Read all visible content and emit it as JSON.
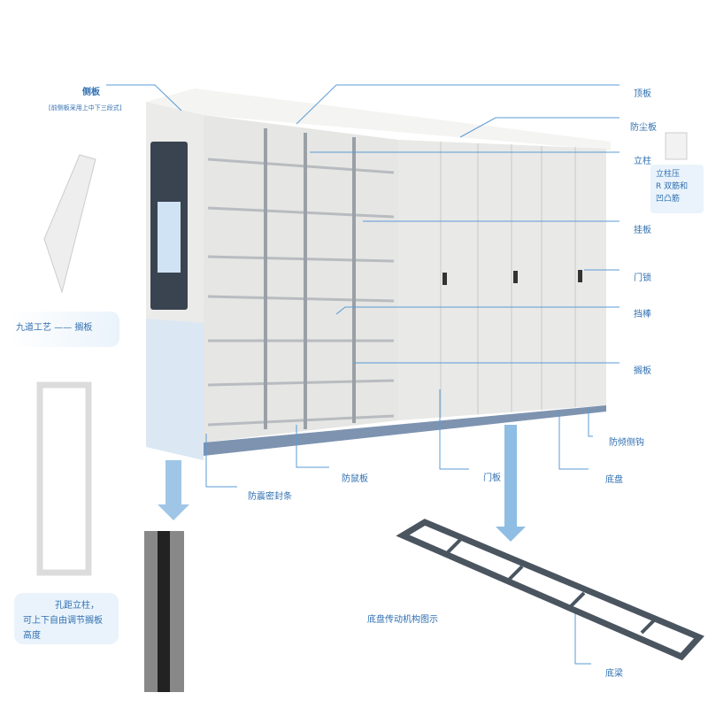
{
  "labels": {
    "side_panel": "侧板",
    "side_panel_note": "[前侧板采用上中下三段式]",
    "top_panel": "顶板",
    "dust_panel": "防尘板",
    "column": "立柱",
    "hanging_panel": "挂板",
    "door_lock": "门锁",
    "stop_bar": "挡棒",
    "shelf": "搁板",
    "anti_tilt_hook": "防倾侧钩",
    "chassis": "底盘",
    "door_panel": "门板",
    "rodent_guard": "防鼠板",
    "seal_strip": "防震密封条",
    "bottom_beam": "底梁",
    "chassis_caption": "底盘传动机构图示",
    "shelf_process": "九道工艺 —— 搁板"
  },
  "column_note": [
    "立柱压",
    "R 双筋和",
    "凹凸筋"
  ],
  "hole_column_note": [
    "孔距立柱，",
    "可上下自由调节搁板",
    "高度"
  ],
  "colors": {
    "accent": "#2f6fb0",
    "leader": "#5b9bd5",
    "base_blue": "#dbe7f3",
    "cabinet": "#ececea",
    "frame": "#4a5560"
  }
}
